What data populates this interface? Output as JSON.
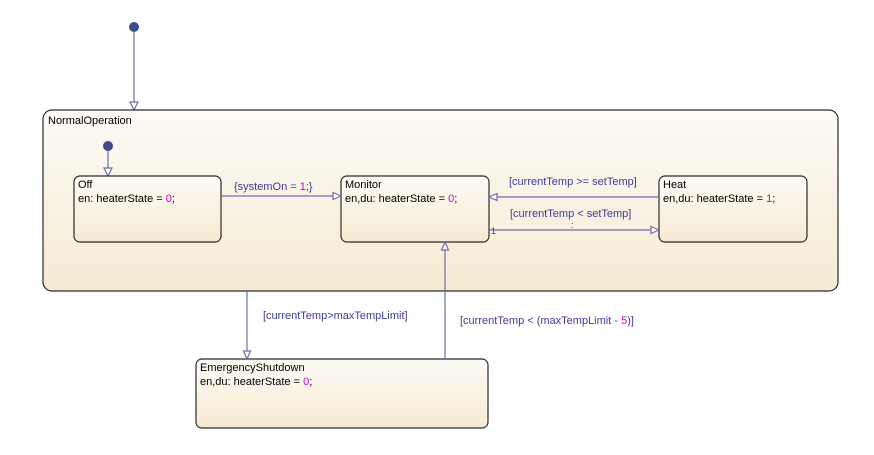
{
  "states": {
    "normal_operation": {
      "name": "NormalOperation"
    },
    "off": {
      "name": "Off",
      "action_prefix": "en: heaterState = ",
      "action_value": "0",
      "action_suffix": ";"
    },
    "monitor": {
      "name": "Monitor",
      "action_prefix": "en,du: heaterState = ",
      "action_value": "0",
      "action_suffix": ";"
    },
    "heat": {
      "name": "Heat",
      "action_prefix": "en,du: heaterState = ",
      "action_value": "1",
      "action_suffix": ";"
    },
    "emergency_shutdown": {
      "name": "EmergencyShutdown",
      "action_prefix": "en,du: heaterState = ",
      "action_value": "0",
      "action_suffix": ";"
    }
  },
  "transitions": {
    "off_to_monitor": {
      "prefix": "{systemOn = ",
      "value": "1",
      "suffix": ";}"
    },
    "heat_to_monitor": {
      "text": "[currentTemp >= setTemp]"
    },
    "monitor_to_heat": {
      "text": "[currentTemp < setTemp]",
      "order": "1",
      "extra": ":"
    },
    "normal_to_emergency": {
      "text": "[currentTemp>maxTempLimit]"
    },
    "emergency_to_monitor": {
      "prefix": "[currentTemp < (maxTempLimit - ",
      "value": "5",
      "suffix": ")]"
    }
  },
  "colors": {
    "state_fill_top": "#fdfbf6",
    "state_fill_bottom": "#f7ecd6",
    "state_border": "#2b2b2b",
    "transition": "#6e6ea8",
    "label_text": "#3c3c9a",
    "number": "#c800c8",
    "default_dot": "#3d4a8c"
  }
}
